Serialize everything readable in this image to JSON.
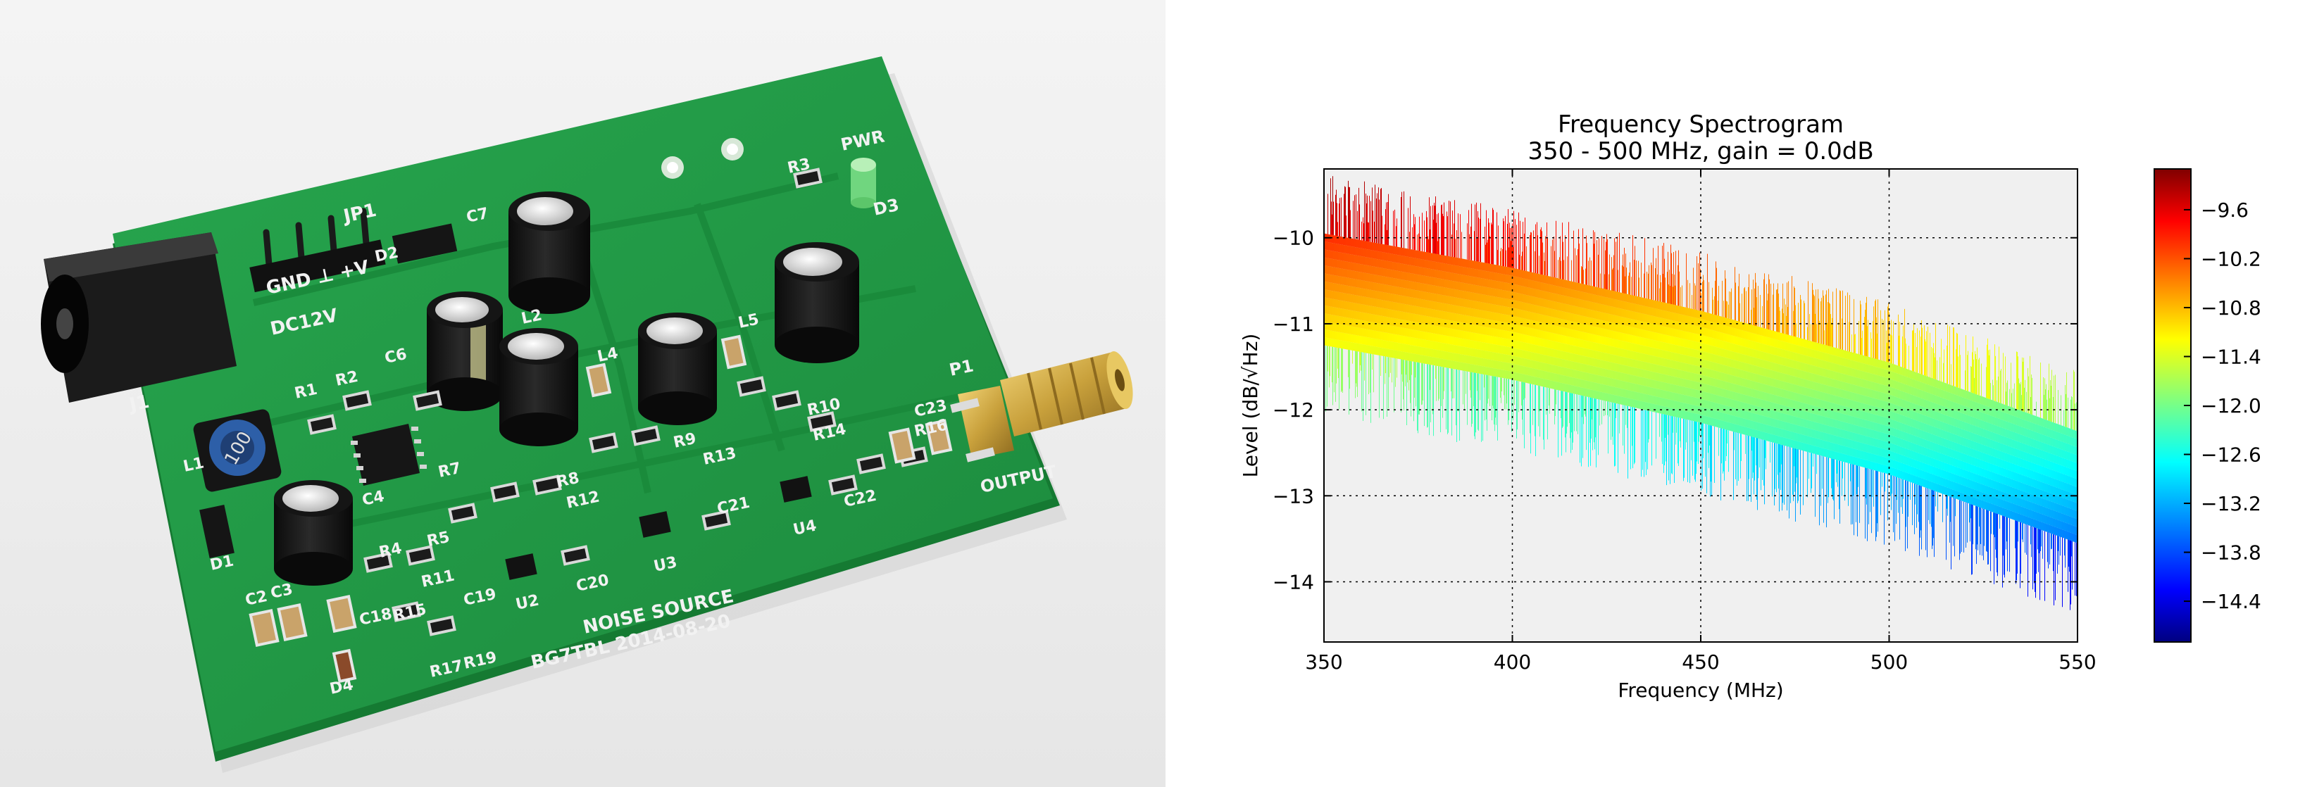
{
  "photo": {
    "board_text": {
      "jp1": "JP1",
      "gnd_v": "GND ⊥ +V",
      "dc12v": "DC12V",
      "j1": "J1",
      "pwr": "PWR",
      "d3": "D3",
      "p1": "P1",
      "output": "OUTPUT",
      "noise_source": "NOISE SOURCE",
      "signature": "BG7TBL 2014-08-20",
      "refs": [
        "R1",
        "R2",
        "R3",
        "C6",
        "C7",
        "D2",
        "L1",
        "L2",
        "L4",
        "L5",
        "R4",
        "R5",
        "R7",
        "R8",
        "R9",
        "R10",
        "R11",
        "R12",
        "R13",
        "R14",
        "R15",
        "R16",
        "R17",
        "R19",
        "C2",
        "C3",
        "C4",
        "C18",
        "C19",
        "C20",
        "C21",
        "C22",
        "C23",
        "U2",
        "U3",
        "U4",
        "D1",
        "D4"
      ],
      "inductor_marking": "100"
    }
  },
  "chart_data": {
    "type": "heatmap",
    "title": "Frequency Spectrogram",
    "subtitle": "350 - 500 MHz, gain = 0.0dB",
    "xlabel": "Frequency (MHz)",
    "ylabel": "Level (dB/√Hz)",
    "xlim": [
      350,
      550
    ],
    "ylim": [
      -14.7,
      -9.2
    ],
    "xticks": [
      350,
      400,
      450,
      500,
      550
    ],
    "yticks": [
      -10,
      -11,
      -12,
      -13,
      -14
    ],
    "grid": true,
    "plot_background": "#f0f0f0",
    "trend": {
      "x": [
        350,
        400,
        450,
        500,
        550
      ],
      "y_mean": [
        -10.6,
        -11.0,
        -11.5,
        -12.1,
        -12.9
      ],
      "y_spread": 1.3
    },
    "colorbar": {
      "range": [
        -14.9,
        -9.1
      ],
      "ticks": [
        "-9.6",
        "-10.2",
        "-10.8",
        "-11.4",
        "-12.0",
        "-12.6",
        "-13.2",
        "-13.8",
        "-14.4"
      ],
      "colormap": "jet"
    }
  }
}
